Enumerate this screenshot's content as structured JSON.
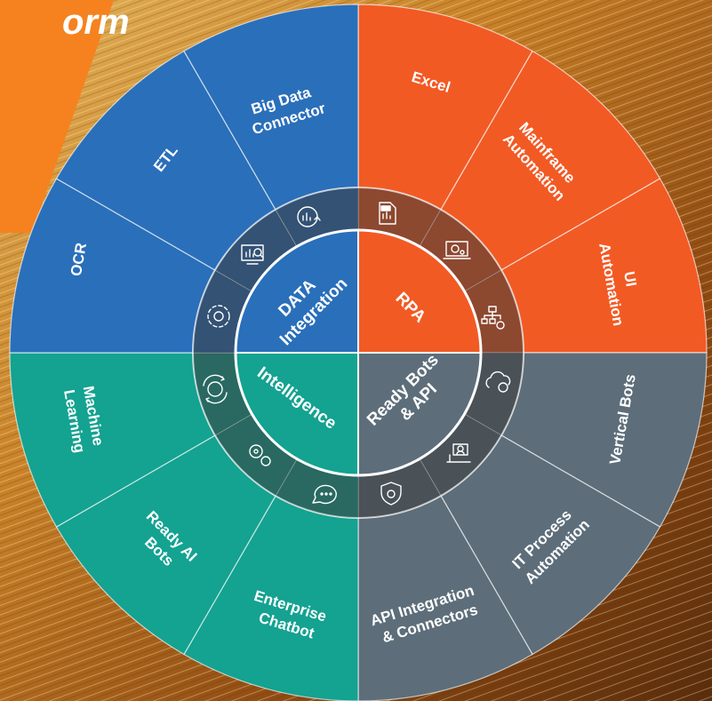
{
  "banner": {
    "text": "orm",
    "color": "#f5821f"
  },
  "colors": {
    "data_integration": "#2a6fba",
    "rpa": "#f25a24",
    "intelligence": "#14a291",
    "ready_bots": "#5d6e7a"
  },
  "quadrants": {
    "data_integration": {
      "core": [
        "DATA",
        "Integration"
      ],
      "outer": [
        {
          "lines": [
            "Big Data",
            "Connector"
          ]
        },
        {
          "lines": [
            "ETL"
          ]
        },
        {
          "lines": [
            "OCR"
          ]
        }
      ],
      "icons": [
        "analytics-refresh-icon",
        "dashboard-search-icon",
        "gear-cycle-icon"
      ]
    },
    "rpa": {
      "core": [
        "RPA"
      ],
      "outer": [
        {
          "lines": [
            "Excel"
          ]
        },
        {
          "lines": [
            "Mainframe",
            "Automation"
          ]
        },
        {
          "lines": [
            "UI",
            "Automation"
          ]
        }
      ],
      "icons": [
        "xls-file-icon",
        "laptop-gear-icon",
        "hierarchy-gear-icon"
      ]
    },
    "ready_bots": {
      "core": [
        "Ready Bots",
        "& API"
      ],
      "outer": [
        {
          "lines": [
            "Vertical Bots"
          ]
        },
        {
          "lines": [
            "IT Process",
            "Automation"
          ]
        },
        {
          "lines": [
            "API Integration",
            "& Connectors"
          ]
        }
      ],
      "icons": [
        "cloud-gear-icon",
        "user-laptop-icon",
        "shield-gear-icon"
      ]
    },
    "intelligence": {
      "core": [
        "Intelligence"
      ],
      "outer": [
        {
          "lines": [
            "Enterprise",
            "Chatbot"
          ]
        },
        {
          "lines": [
            "Ready AI",
            "Bots"
          ]
        },
        {
          "lines": [
            "Machine",
            "Learning"
          ]
        }
      ],
      "icons": [
        "chat-bubble-icon",
        "ai-gears-icon",
        "brain-cycle-icon"
      ]
    }
  }
}
